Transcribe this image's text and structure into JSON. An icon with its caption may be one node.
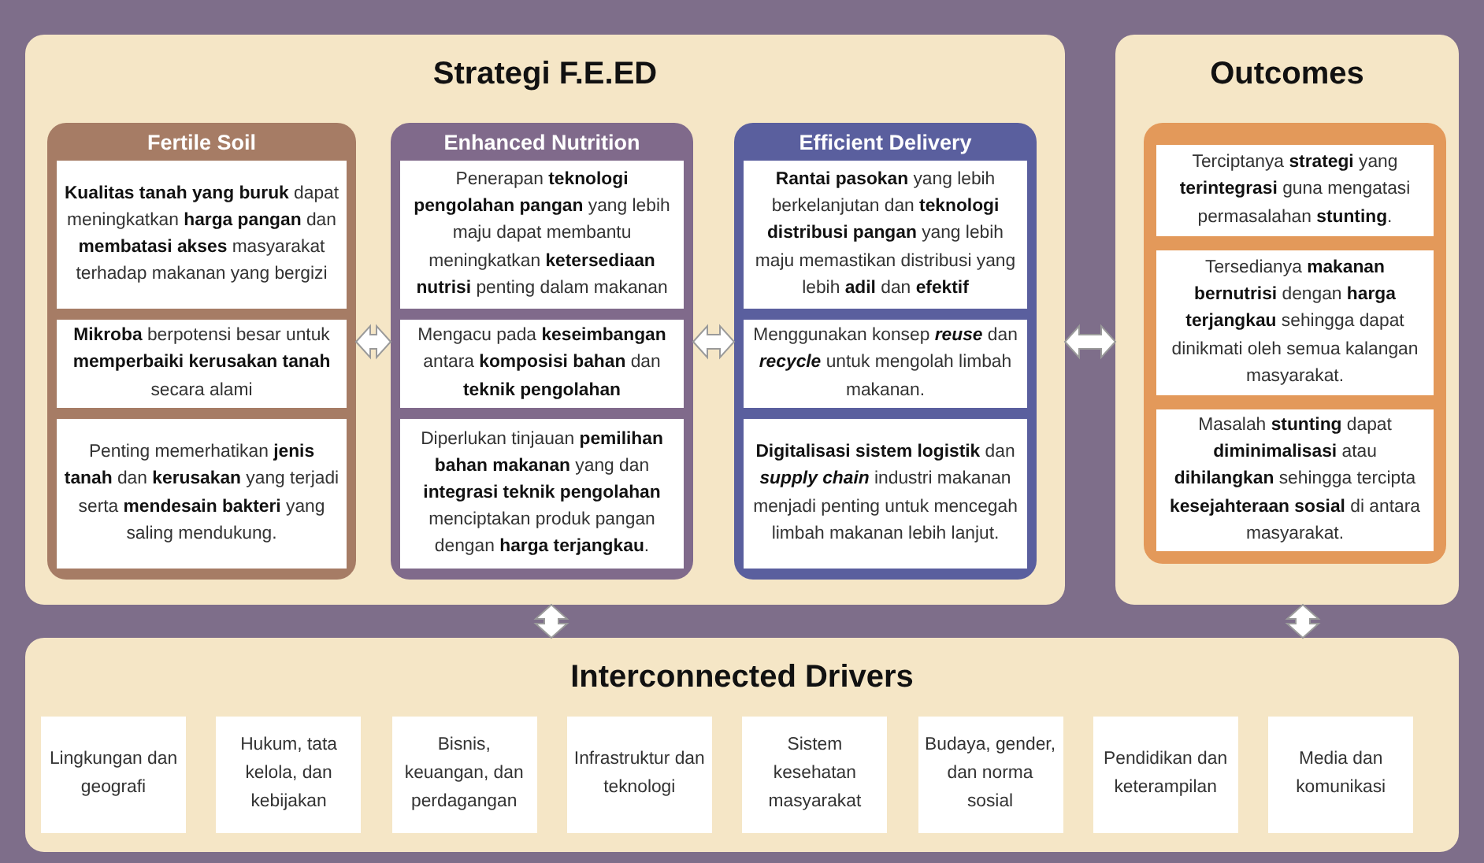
{
  "diagram": {
    "nodes": [
      {
        "text": [
          "Strategi F.E.ED"
        ]
      },
      {
        "text": [
          "Fertile Soil"
        ],
        "in": 0
      },
      {
        "text": [
          "**Kualitas tanah yang buruk** dapat meningkatkan **harga pangan** dan **membatasi akses** masyarakat terhadap makanan yang bergizi"
        ],
        "in": 1
      },
      {
        "text": [
          "**Mikroba** berpotensi besar untuk **memperbaiki kerusakan tanah** secara alami"
        ],
        "in": 1
      },
      {
        "text": [
          "Penting memerhatikan **jenis tanah** dan **kerusakan** yang terjadi serta **mendesain bakteri** yang saling mendukung."
        ],
        "in": 1
      },
      {
        "text": [
          "Enhanced Nutrition"
        ],
        "in": 0
      },
      {
        "text": [
          "Penerapan **teknologi pengolahan pangan** yang lebih maju dapat membantu meningkatkan **ketersediaan nutrisi** penting dalam makanan"
        ],
        "in": 5
      },
      {
        "text": [
          "Mengacu pada **keseimbangan** antara **komposisi bahan** dan **teknik pengolahan**"
        ],
        "in": 5
      },
      {
        "text": [
          "Diperlukan tinjauan **pemilihan bahan makanan** yang dan **integrasi teknik pengolahan** menciptakan produk pangan dengan **harga terjangkau**."
        ],
        "in": 5
      },
      {
        "text": [
          "Efficient Delivery"
        ],
        "in": 0
      },
      {
        "text": [
          "**Rantai pasokan** yang lebih berkelanjutan dan **teknologi distribusi pangan** yang lebih maju memastikan distribusi yang lebih **adil** dan **efektif**"
        ],
        "in": 9
      },
      {
        "text": [
          "Menggunakan konsep *reuse* dan *recycle* untuk mengolah limbah makanan."
        ],
        "in": 9
      },
      {
        "text": [
          "**Digitalisasi sistem logistik** dan *supply chain* industri makanan menjadi penting untuk mencegah limbah makanan lebih lanjut."
        ],
        "in": 9
      },
      {
        "text": [
          "Outcomes"
        ]
      },
      {
        "text": [],
        "shape": "box",
        "in": 13
      },
      {
        "text": [
          "Terciptanya **strategi** yang **terintegrasi** guna mengatasi permasalahan **stunting**."
        ],
        "in": 14
      },
      {
        "text": [
          "Tersedianya **makanan bernutrisi** dengan **harga terjangkau** sehingga dapat dinikmati oleh semua kalangan masyarakat."
        ],
        "in": 14
      },
      {
        "text": [
          "Masalah **stunting** dapat **diminimalisasi** atau **dihilangkan** sehingga tercipta **kesejahteraan sosial** di antara masyarakat."
        ],
        "in": 14
      },
      {
        "text": [
          "Interconnected Drivers"
        ]
      },
      {
        "text": [
          "Lingkungan dan geografi"
        ],
        "in": 18
      },
      {
        "text": [
          "Hukum, tata kelola, dan kebijakan"
        ],
        "in": 18
      },
      {
        "text": [
          "Bisnis, keuangan, dan perdagangan"
        ],
        "in": 18
      },
      {
        "text": [
          "Infrastruktur dan teknologi"
        ],
        "in": 18
      },
      {
        "text": [
          "Sistem kesehatan masyarakat"
        ],
        "in": 18
      },
      {
        "text": [
          "Budaya, gender, dan norma sosial"
        ],
        "in": 18
      },
      {
        "text": [
          "Pendidikan dan keterampilan"
        ],
        "in": 18
      },
      {
        "text": [
          "Media dan komunikasi"
        ],
        "in": 18
      }
    ],
    "edges": [
      {
        "from": 1,
        "to": 5,
        "arrow": "both"
      },
      {
        "from": 5,
        "to": 9,
        "arrow": "both"
      },
      {
        "from": 0,
        "to": 13,
        "arrow": "both"
      },
      {
        "from": 0,
        "to": 18,
        "arrow": "both"
      },
      {
        "from": 13,
        "to": 18,
        "arrow": "both"
      }
    ]
  }
}
